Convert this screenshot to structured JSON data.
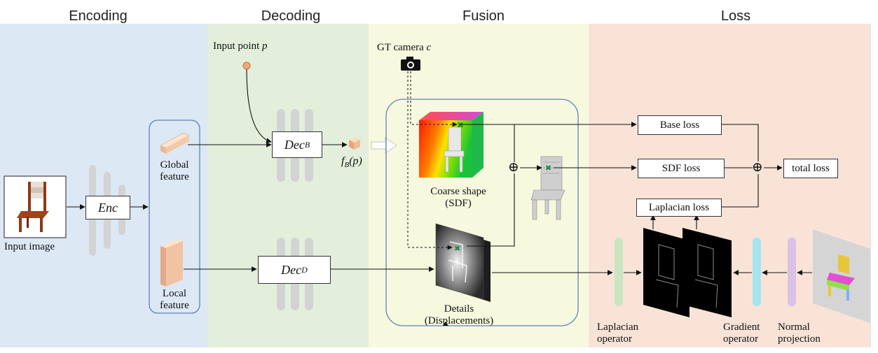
{
  "sections": {
    "encoding": "Encoding",
    "decoding": "Decoding",
    "fusion": "Fusion",
    "loss": "Loss"
  },
  "encoding": {
    "input_image_label": "Input image",
    "encoder_label": "Enc",
    "global_feature_label": [
      "Global",
      "feature"
    ],
    "local_feature_label": [
      "Local",
      "feature"
    ]
  },
  "decoding": {
    "input_point_label": "Input point",
    "input_point_symbol": "p",
    "decoder_base": {
      "main": "Dec",
      "sub": "B"
    },
    "decoder_detail": {
      "main": "Dec",
      "sub": "D"
    },
    "feature_label": {
      "main": "f",
      "sub": "B",
      "arg": "(p)"
    }
  },
  "fusion": {
    "camera_label": "GT camera",
    "camera_symbol": "c",
    "coarse_shape_label": [
      "Coarse shape",
      "(SDF)"
    ],
    "details_label": [
      "Details",
      "(Displacements)"
    ],
    "fusion_symbol": "⊕"
  },
  "loss": {
    "base_loss": "Base loss",
    "sdf_loss": "SDF loss",
    "laplacian_loss": "Laplacian loss",
    "total_loss": "total loss",
    "sum_symbol": "⊕",
    "laplacian_operator": [
      "Laplacian",
      "operator"
    ],
    "gradient_operator": [
      "Gradient",
      "operator"
    ],
    "normal_projection": [
      "Normal",
      "projection"
    ]
  },
  "colors": {
    "encoding_bg": "#dce8f4",
    "decoding_bg": "#e3efdb",
    "fusion_bg": "#f7f9df",
    "loss_bg": "#f9e3d7",
    "laplacian_bar": "#c9e6c0",
    "gradient_bar": "#a6e4ee",
    "normal_bar": "#dcc1e6",
    "frame_blue": "#5f82b4"
  }
}
